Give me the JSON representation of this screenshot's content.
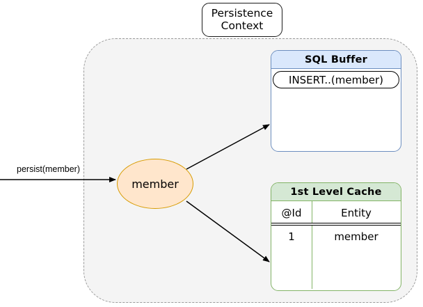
{
  "diagram": {
    "title_lines": [
      "Persistence",
      "Context"
    ],
    "entry_label": "persist(member)",
    "entity_node": "member",
    "sql_buffer": {
      "header": "SQL Buffer",
      "statement": "INSERT..(member)"
    },
    "cache": {
      "header": "1st Level Cache",
      "columns": [
        "@Id",
        "Entity"
      ],
      "rows": [
        {
          "id": "1",
          "entity": "member"
        }
      ]
    },
    "colors": {
      "sql_header_fill": "#dae8fc",
      "sql_border": "#6c8ebf",
      "cache_header_fill": "#d5e8d4",
      "cache_border": "#82b366",
      "entity_fill": "#ffe6cc",
      "entity_border": "#d79b00",
      "region_fill": "#f4f4f4",
      "region_border": "#9a9a9a",
      "arrow": "#000000"
    }
  }
}
